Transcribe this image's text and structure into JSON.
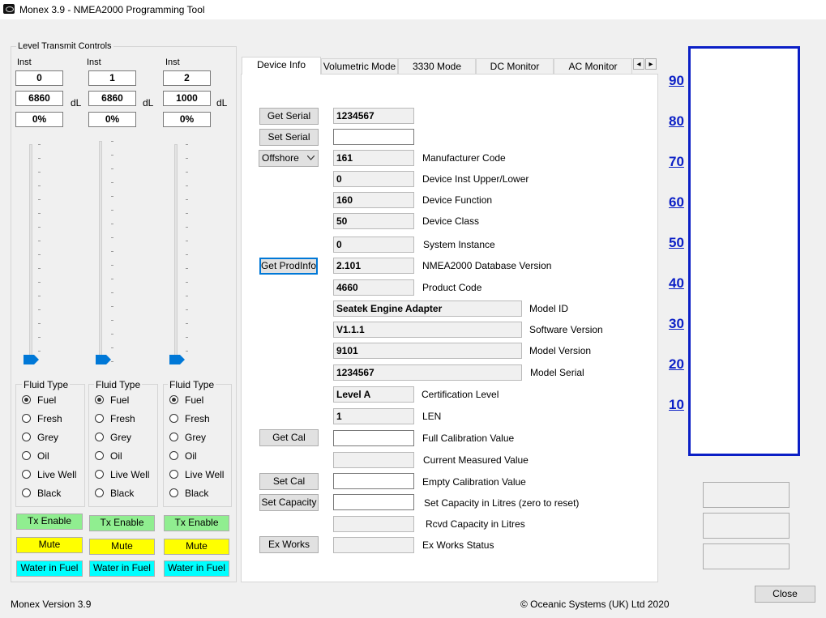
{
  "window": {
    "title": "Monex 3.9 - NMEA2000 Programming Tool",
    "icon": "monex-app-icon"
  },
  "level_controls": {
    "group_label": "Level Transmit Controls",
    "columns": [
      {
        "inst_label": "Inst",
        "inst": "0",
        "value": "6860",
        "unit": "dL",
        "percent": "0%",
        "level_percent": 0,
        "fluid_label": "Fluid Type",
        "selected": "Fuel",
        "tx_label": "Tx Enable",
        "mute_label": "Mute",
        "water_label": "Water in Fuel"
      },
      {
        "inst_label": "Inst",
        "inst": "1",
        "value": "6860",
        "unit": "dL",
        "percent": "0%",
        "level_percent": 0,
        "fluid_label": "Fluid Type",
        "selected": "Fuel",
        "tx_label": "Tx Enable",
        "mute_label": "Mute",
        "water_label": "Water in Fuel"
      },
      {
        "inst_label": "Inst",
        "inst": "2",
        "value": "1000",
        "unit": "dL",
        "percent": "0%",
        "level_percent": 0,
        "fluid_label": "Fluid Type",
        "selected": "Fuel",
        "tx_label": "Tx Enable",
        "mute_label": "Mute",
        "water_label": "Water in Fuel"
      }
    ],
    "fluid_options": [
      "Fuel",
      "Fresh",
      "Grey",
      "Oil",
      "Live Well",
      "Black"
    ]
  },
  "tabs": {
    "items": [
      "Device Info",
      "Volumetric Mode",
      "3330 Mode",
      "DC Monitor",
      "AC Monitor"
    ],
    "active": "Device Info",
    "scroll_left": "◂",
    "scroll_right": "▸"
  },
  "device_info": {
    "buttons": {
      "get_serial": "Get Serial",
      "set_serial": "Set Serial",
      "get_prodinfo": "Get ProdInfo",
      "get_cal": "Get Cal",
      "set_cal": "Set Cal",
      "set_capacity": "Set Capacity",
      "ex_works": "Ex Works"
    },
    "dropdown": {
      "value": "Offshore",
      "icon": "chevron-down-icon"
    },
    "fields": {
      "serial_read": "1234567",
      "serial_set": "",
      "manufacturer_code": "161",
      "device_inst": "0",
      "device_function": "160",
      "device_class": "50",
      "system_instance": "0",
      "db_version": "2.101",
      "product_code": "4660",
      "model_id": "Seatek Engine Adapter",
      "software_version": "V1.1.1",
      "model_version": "9101",
      "model_serial": "1234567",
      "certification_level": "Level A",
      "len": "1",
      "full_cal": "",
      "current_measured": "",
      "empty_cal": "",
      "set_capacity": "",
      "rcvd_capacity": "",
      "ex_works_status": ""
    },
    "labels": {
      "manufacturer_code": "Manufacturer Code",
      "device_inst": "Device Inst Upper/Lower",
      "device_function": "Device Function",
      "device_class": "Device Class",
      "system_instance": "System Instance",
      "db_version": "NMEA2000 Database Version",
      "product_code": "Product Code",
      "model_id": "Model ID",
      "software_version": "Software Version",
      "model_version": "Model Version",
      "model_serial": "Model Serial",
      "certification_level": "Certification Level",
      "len": "LEN",
      "full_cal": "Full Calibration Value",
      "current_measured": "Current Measured Value",
      "empty_cal": "Empty Calibration Value",
      "set_capacity": "Set Capacity in Litres (zero to reset)",
      "rcvd_capacity": "Rcvd Capacity in Litres",
      "ex_works_status": "Ex Works Status"
    }
  },
  "tank_gauge": {
    "scale": [
      "90",
      "80",
      "70",
      "60",
      "50",
      "40",
      "30",
      "20",
      "10"
    ],
    "color": "#0b1fc6"
  },
  "right_buttons": {
    "close": "Close"
  },
  "status": {
    "version": "Monex Version 3.9",
    "copyright": "© Oceanic Systems (UK) Ltd 2020"
  },
  "colors": {
    "tx_enable": "#90ee90",
    "mute": "#ffff00",
    "water_in_fuel": "#00ffff",
    "slider_thumb": "#0078d7"
  }
}
